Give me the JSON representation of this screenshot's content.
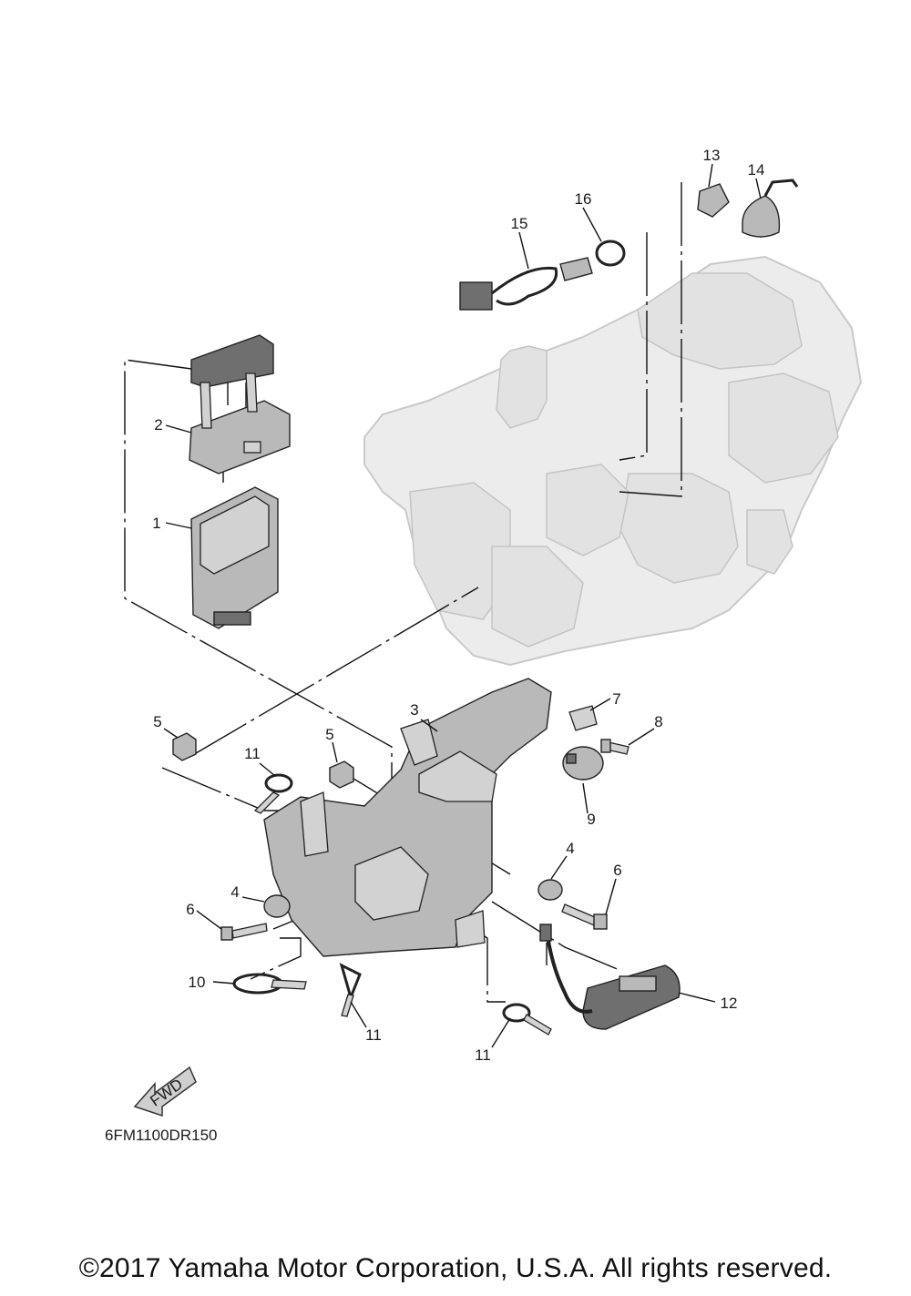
{
  "diagram": {
    "code": "6FM1100DR150",
    "fwd_label": "FWD",
    "callouts": [
      "1",
      "2",
      "3",
      "4",
      "4",
      "5",
      "5",
      "6",
      "6",
      "7",
      "8",
      "9",
      "10",
      "11",
      "11",
      "11",
      "12",
      "13",
      "14",
      "15",
      "16"
    ]
  },
  "footer": {
    "copyright": "©2017 Yamaha Motor Corporation, U.S.A. All rights reserved."
  }
}
